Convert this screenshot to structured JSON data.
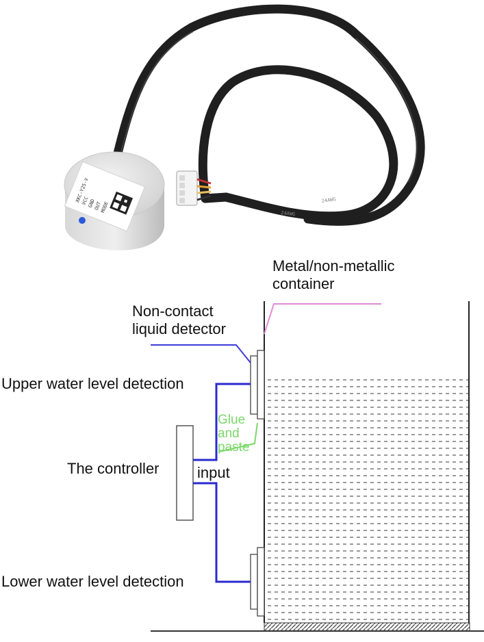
{
  "product_photo": {
    "sensor_label_lines": [
      "XKC-Y25-V",
      "VCC",
      "GND",
      "OUT",
      "MODE"
    ],
    "cable_print": "24AWG"
  },
  "diagram": {
    "container_label": "Metal/non-metallic container",
    "detector_label": "Non-contact liquid detector",
    "upper_label": "Upper water level detection",
    "controller_label": "The controller",
    "input_label": "input",
    "glue_label": "Glue and paste",
    "lower_label": "Lower water level detection"
  },
  "colors": {
    "wire": "#2a2ad0",
    "leader_detector": "#3b3bd8",
    "leader_container": "#e08ad8",
    "glue_text": "#7bd86a",
    "line": "#222222",
    "water_dash": "#9a9a9a"
  }
}
